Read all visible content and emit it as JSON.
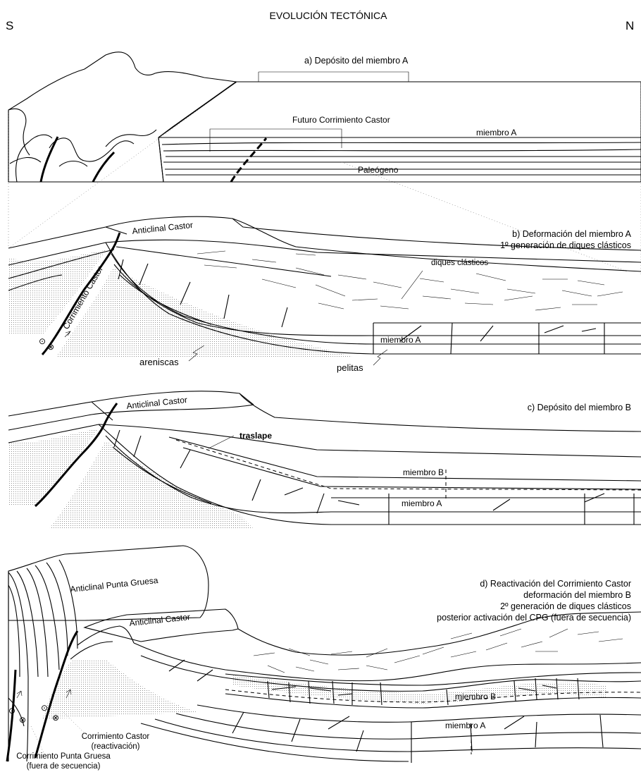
{
  "title": "EVOLUCIÓN TECTÓNICA",
  "orientation": {
    "south": "S",
    "north": "N"
  },
  "panels": {
    "a": {
      "caption": "a) Depósito del miembro A",
      "labels": {
        "future_thrust": "Futuro Corrimiento Castor",
        "member_a": "miembro A",
        "paleogene": "Paleógeno"
      }
    },
    "b": {
      "caption_line1": "b) Deformación del miembro A",
      "caption_line2": "1º generación de diques clásticos",
      "labels": {
        "anticline": "Anticlinal Castor",
        "thrust": "Corrimiento Castor",
        "clastic_dikes": "diques clásticos",
        "member_a": "miembro A",
        "sandstones": "areniscas",
        "pelites": "pelitas"
      }
    },
    "c": {
      "caption": "c) Depósito del miembro B",
      "labels": {
        "anticline": "Anticlinal Castor",
        "onlap": "traslape",
        "member_b": "miembro B",
        "member_a": "miembro A"
      }
    },
    "d": {
      "caption_line1": "d) Reactivación del Corrimiento Castor",
      "caption_line2": "deformación del miembro B",
      "caption_line3": "2º generación de diques clásticos",
      "caption_line4": "posterior activación del CPG (fuera de secuencia)",
      "labels": {
        "anticline_pg": "Anticlinal Punta Gruesa",
        "anticline": "Anticlinal Castor",
        "member_b": "miembro B",
        "member_a": "miembro A",
        "castor_thrust": "Corrimiento Castor",
        "castor_thrust_note": "(reactivación)",
        "pg_thrust": "Corrimiento Punta Gruesa",
        "pg_thrust_note": "(fuera de secuencia)"
      }
    }
  }
}
